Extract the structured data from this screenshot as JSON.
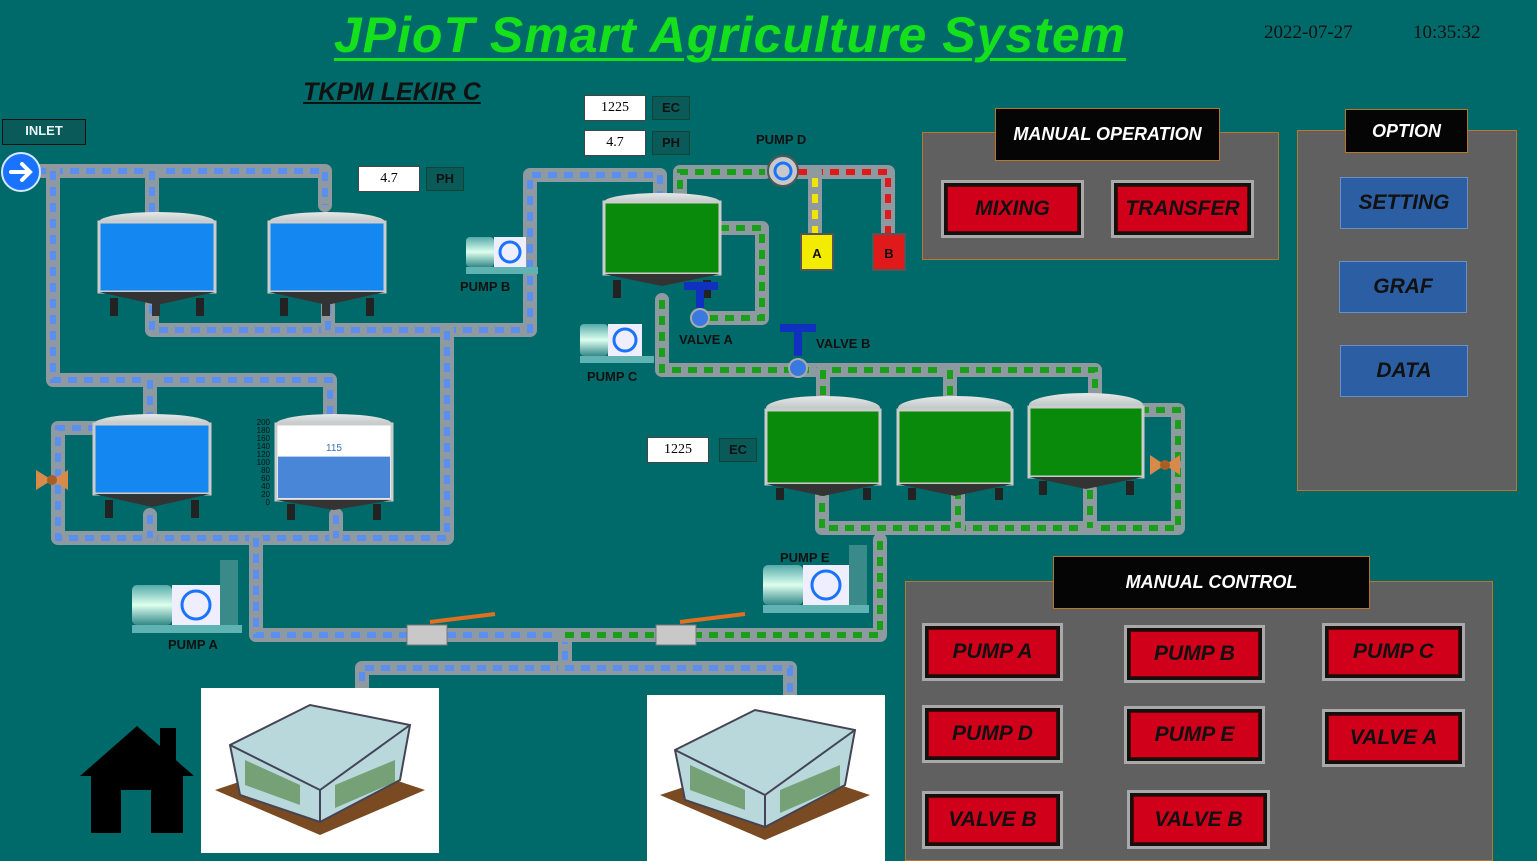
{
  "header": {
    "title": "JPioT Smart Agriculture System",
    "date": "2022-07-27",
    "time": "10:35:32"
  },
  "site": {
    "title": "TKPM LEKIR C"
  },
  "inlet": {
    "label": "INLET"
  },
  "readings": {
    "ph_tank": {
      "value": "4.7",
      "unit": "PH"
    },
    "ec_mix": {
      "value": "1225",
      "unit": "EC"
    },
    "ph_mix": {
      "value": "4.7",
      "unit": "PH"
    },
    "ec_transfer": {
      "value": "1225",
      "unit": "EC"
    }
  },
  "level_gauge": {
    "value": "115",
    "level": 115,
    "max": 200,
    "ticks": [
      "200",
      "180",
      "160",
      "140",
      "120",
      "100",
      "80",
      "60",
      "40",
      "20",
      "0"
    ]
  },
  "equipment": {
    "pump_a": "PUMP A",
    "pump_b": "PUMP B",
    "pump_c": "PUMP C",
    "pump_d": "PUMP D",
    "pump_e": "PUMP E",
    "valve_a": "VALVE A",
    "valve_b": "VALVE B",
    "tank_a": "A",
    "tank_b": "B"
  },
  "manual_operation": {
    "title": "MANUAL OPERATION",
    "buttons": [
      "MIXING",
      "TRANSFER"
    ]
  },
  "option": {
    "title": "OPTION",
    "buttons": [
      "SETTING",
      "GRAF",
      "DATA"
    ]
  },
  "manual_control": {
    "title": "MANUAL CONTROL",
    "buttons": [
      "PUMP A",
      "PUMP B",
      "PUMP C",
      "PUMP D",
      "PUMP E",
      "VALVE A",
      "VALVE B",
      "VALVE B"
    ]
  },
  "colors": {
    "background": "#006a6a",
    "title": "#14e01c",
    "water": "#1488f0",
    "nutrient": "#0a8a0a",
    "button_red": "#d0001a",
    "button_blue": "#2b5ea3"
  },
  "icons": [
    "inlet-arrow-icon",
    "home-icon",
    "pump-icon",
    "valve-icon",
    "greenhouse-icon",
    "fan-icon"
  ]
}
